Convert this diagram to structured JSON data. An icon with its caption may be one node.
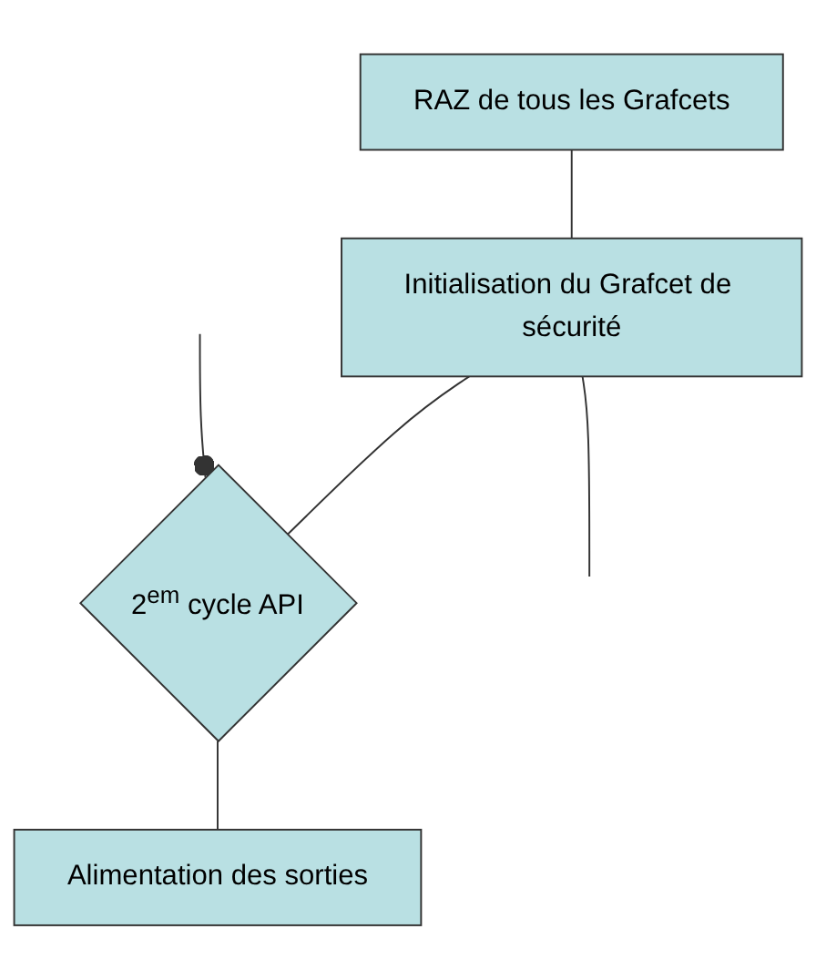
{
  "diagram": {
    "nodes": [
      {
        "text": [
          "RAZ de tous les Grafcets"
        ]
      },
      {
        "text": [
          "Initialisation du Grafcet de sécurité"
        ]
      },
      {
        "text": [
          "2$^{em}$ cycle API"
        ]
      },
      {
        "text": [
          "Alimentation des sorties"
        ]
      }
    ],
    "edges": [
      {
        "from": 0,
        "to": 1,
        "arrow": "none"
      },
      {
        "from": 1,
        "to": 2,
        "arrow": "none"
      },
      {
        "from": 2,
        "to": 3,
        "arrow": "none"
      },
      {
        "from": 1,
        "to": null,
        "arrow": "none"
      },
      {
        "from": 2,
        "to": null,
        "arrow": "other"
      }
    ]
  }
}
